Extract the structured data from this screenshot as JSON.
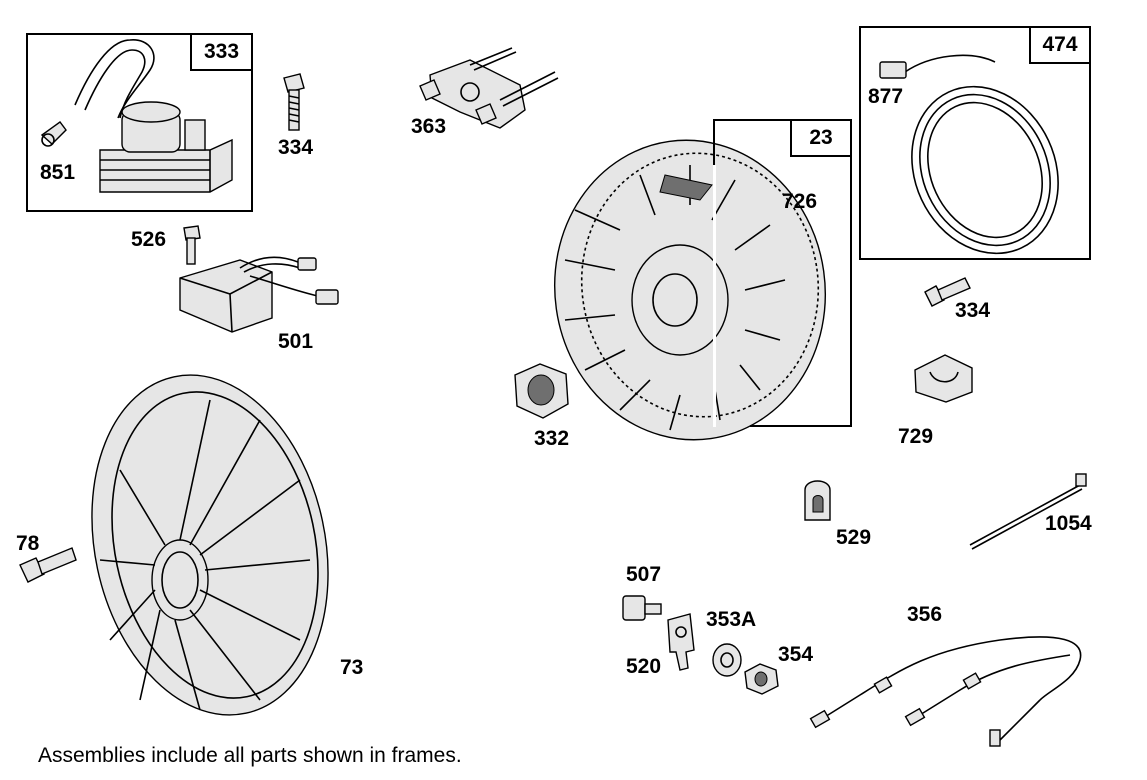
{
  "frames": {
    "f333": "333",
    "f474": "474",
    "f23": "23"
  },
  "labels": {
    "p851": "851",
    "p334a": "334",
    "p363": "363",
    "p526": "526",
    "p501": "501",
    "p726": "726",
    "p877": "877",
    "p334b": "334",
    "p332": "332",
    "p729": "729",
    "p78": "78",
    "p73": "73",
    "p529": "529",
    "p1054": "1054",
    "p507": "507",
    "p353A": "353A",
    "p356": "356",
    "p354": "354",
    "p520": "520"
  },
  "footer": {
    "note": "Assemblies include all parts shown in frames."
  }
}
